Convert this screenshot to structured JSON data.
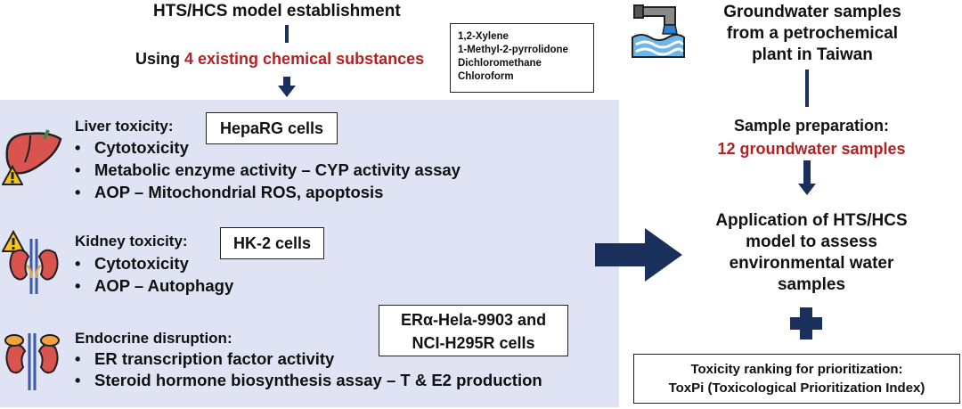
{
  "header": {
    "title": "HTS/HCS model establishment",
    "using_prefix": "Using ",
    "using_highlight": "4 existing chemical substances"
  },
  "chemicals": [
    "1,2-Xylene",
    "1-Methyl-2-pyrrolidone",
    "Dichloromethane",
    "Chloroform"
  ],
  "liver": {
    "title": "Liver toxicity:",
    "cells": "HepaRG cells",
    "items": [
      "Cytotoxicity",
      "Metabolic enzyme activity – CYP activity assay",
      "AOP – Mitochondrial ROS, apoptosis"
    ]
  },
  "kidney": {
    "title": "Kidney toxicity:",
    "cells": "HK-2 cells",
    "items": [
      "Cytotoxicity",
      "AOP – Autophagy"
    ]
  },
  "endocrine": {
    "title": "Endocrine disruption:",
    "cells_line1": "ERα-Hela-9903 and",
    "cells_line2": "NCI-H295R cells",
    "items": [
      "ER transcription factor activity",
      "Steroid hormone biosynthesis assay – T & E2 production"
    ]
  },
  "right": {
    "samples_line1": "Groundwater samples",
    "samples_line2": "from a petrochemical",
    "samples_line3": "plant in Taiwan",
    "prep_label": "Sample preparation:",
    "prep_highlight": "12 groundwater samples",
    "app_line1": "Application of HTS/HCS",
    "app_line2": "model to assess",
    "app_line3": "environmental water",
    "app_line4": "samples",
    "rank_line1": "Toxicity ranking for prioritization:",
    "rank_line2": "ToxPi (Toxicological Prioritization Index)"
  },
  "colors": {
    "red_highlight": "#b22222",
    "navy": "#1a2f5a",
    "panel": "#dfe3f4"
  },
  "icons": [
    "liver-icon",
    "warning-icon",
    "kidney-icon",
    "adrenal-icon",
    "water-pipe-icon",
    "plus-icon",
    "right-arrow-icon",
    "down-arrow-icon"
  ]
}
